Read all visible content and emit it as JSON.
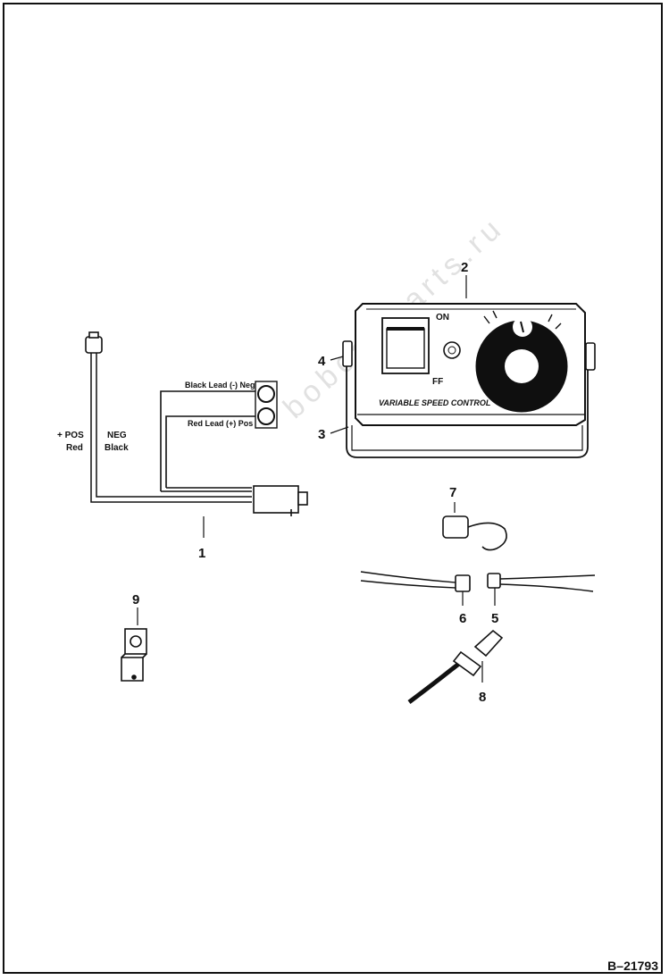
{
  "figure": {
    "reference": "B–21793",
    "callouts": {
      "c1": "1",
      "c2": "2",
      "c3": "3",
      "c4": "4",
      "c5": "5",
      "c6": "6",
      "c7": "7",
      "c8": "8",
      "c9": "9"
    },
    "harness": {
      "pos_label": "+ POS",
      "red_label": "Red",
      "neg_label": "NEG",
      "black_label": "Black",
      "black_lead": "Black Lead (-) Neg",
      "red_lead": "Red Lead (+) Pos"
    },
    "control_box": {
      "on_label": "ON",
      "off_label": "FF",
      "panel_text": "VARIABLE SPEED CONTROL"
    }
  }
}
